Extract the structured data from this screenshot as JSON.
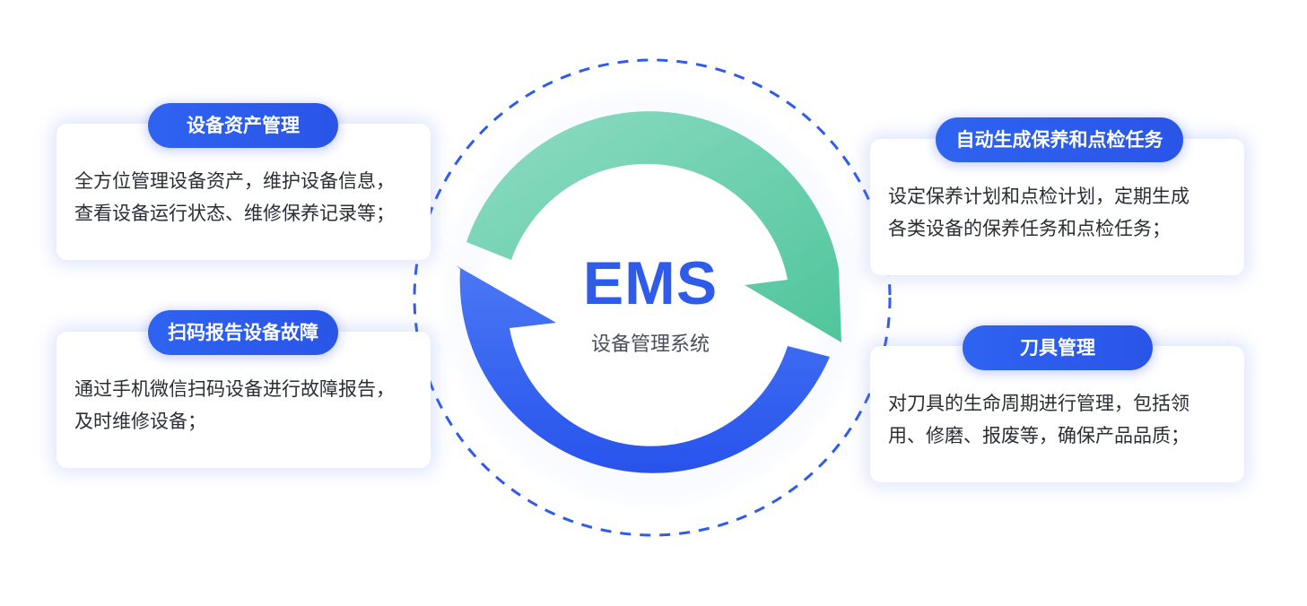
{
  "center": {
    "title": "EMS",
    "subtitle": "设备管理系统"
  },
  "colors": {
    "accent_blue": "#2f5bea",
    "accent_green": "#5ccaa3",
    "dashed_ring": "#2f5bea"
  },
  "cards": [
    {
      "title": "设备资产管理",
      "text": "全方位管理设备资产，维护设备信息，\n查看设备运行状态、维修保养记录等；"
    },
    {
      "title": "扫码报告设备故障",
      "text": "通过手机微信扫码设备进行故障报告，\n及时维修设备；"
    },
    {
      "title": "自动生成保养和点检任务",
      "text": "设定保养计划和点检计划，定期生成\n各类设备的保养任务和点检任务；"
    },
    {
      "title": "刀具管理",
      "text": "对刀具的生命周期进行管理，包括领\n用、修磨、报废等，确保产品品质；"
    }
  ]
}
